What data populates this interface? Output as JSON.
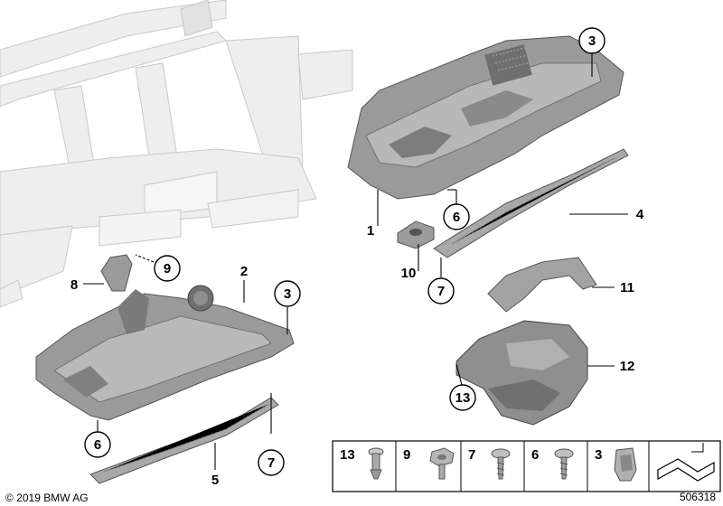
{
  "copyright": "© 2019 BMW AG",
  "diagram_number": "506318",
  "callouts": {
    "c1": "1",
    "c2": "2",
    "c3a": "3",
    "c3b": "3",
    "c4": "4",
    "c5": "5",
    "c6a": "6",
    "c6b": "6",
    "c7a": "7",
    "c7b": "7",
    "c8": "8",
    "c9": "9",
    "c10": "10",
    "c11": "11",
    "c12": "12",
    "c13": "13"
  },
  "legend": {
    "i13": "13",
    "i9": "9",
    "i7": "7",
    "i6": "6",
    "i3": "3"
  },
  "colors": {
    "part_dark": "#8e8e8e",
    "part_mid": "#b3b3b3",
    "part_light": "#d6d6d6",
    "dash_frame": "#e9e9e9"
  }
}
